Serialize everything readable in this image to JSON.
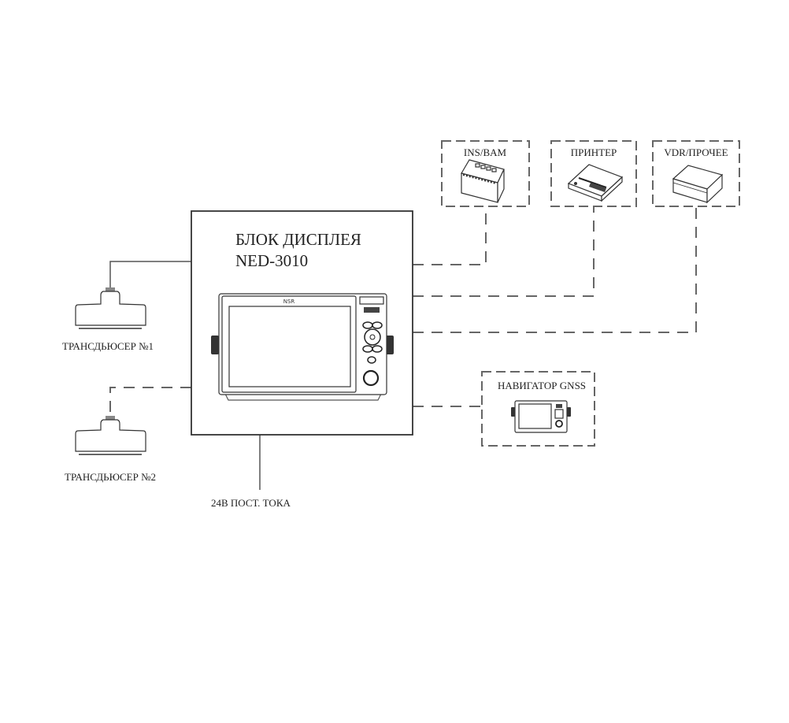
{
  "display_unit": {
    "title_line1": "БЛОК ДИСПЛЕЯ",
    "title_line2": "NED-3010",
    "brand": "NSR"
  },
  "peripherals": [
    {
      "id": "ins",
      "label": "INS/BAM",
      "icon": "console-icon",
      "connection": "dashed"
    },
    {
      "id": "printer",
      "label": "ПРИНТЕР",
      "icon": "printer-icon",
      "connection": "dashed"
    },
    {
      "id": "vdr",
      "label": "VDR/ПРОЧЕЕ",
      "icon": "box-icon",
      "connection": "dashed"
    },
    {
      "id": "gnss",
      "label": "НАВИГАТОР GNSS",
      "icon": "navigator-display-icon",
      "connection": "dashed"
    }
  ],
  "transducers": [
    {
      "label": "ТРАНСДЬЮСЕР №1",
      "connection": "solid"
    },
    {
      "label": "ТРАНСДЬЮСЕР №2",
      "connection": "dashed"
    }
  ],
  "power": {
    "label": "24В ПОСТ. ТОКА",
    "connection": "solid"
  }
}
